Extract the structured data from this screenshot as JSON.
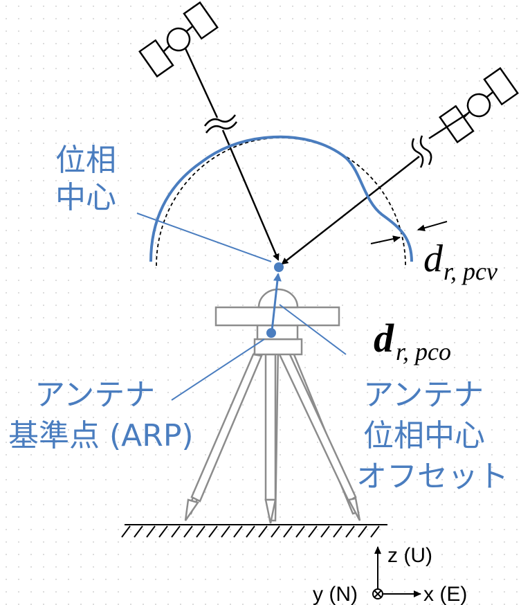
{
  "labels": {
    "phase_center_line1": "位相",
    "phase_center_line2": "中心",
    "pcv_symbol": "d",
    "pcv_subscript": "r, pcv",
    "pco_symbol": "d",
    "pco_subscript": "r, pco",
    "arp_line1": "アンテナ",
    "arp_line2": "基準点 (ARP)",
    "pco_label_line1": "アンテナ",
    "pco_label_line2": "位相中心",
    "pco_label_line3": "オフセット"
  },
  "axes": {
    "z": "z (U)",
    "y": "y (N)",
    "x": "x (E)"
  },
  "colors": {
    "accent": "#4a7dbf",
    "line": "#000000",
    "tripod": "#8c8c8c"
  },
  "icons": {
    "satellite_left": "satellite-icon",
    "satellite_right": "satellite-icon",
    "axis_into_page": "circled-times-icon"
  }
}
